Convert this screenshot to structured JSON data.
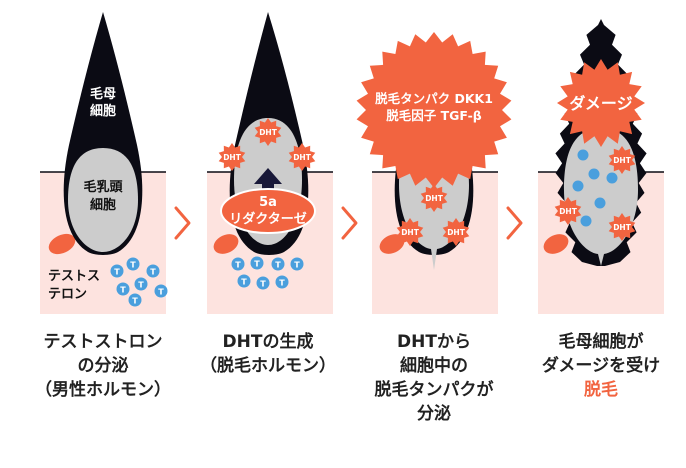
{
  "colors": {
    "skin": "#fde3df",
    "hair": "#0b0b14",
    "papilla": "#cccccc",
    "accent": "#f26440",
    "molecule": "#f26440",
    "t_dot": "#4a9fdd",
    "arrow": "#181838",
    "ui_chevron": "#f26440",
    "caption_text": "#222222"
  },
  "icons": {
    "step_separator": "chevron-right-icon",
    "hormone": "dot-icon",
    "signal": "burst-icon"
  },
  "panels": [
    {
      "hair_label": [
        "毛母",
        "細胞"
      ],
      "papilla_label": [
        "毛乳頭",
        "細胞"
      ],
      "testosterone_label": [
        "テストス",
        "テロン"
      ],
      "t_marker": "T",
      "caption": [
        "テストストロン",
        "の分泌",
        "（男性ホルモン）"
      ]
    },
    {
      "dht_marker": "DHT",
      "enzyme_label": [
        "5a",
        "リダクターゼ"
      ],
      "t_marker": "T",
      "caption": [
        "DHTの生成",
        "（脱毛ホルモン）"
      ]
    },
    {
      "protein_label": [
        "脱毛タンパク DKK1",
        "脱毛因子 TGF-β"
      ],
      "dht_marker": "DHT",
      "caption": [
        "DHTから",
        "細胞中の",
        "脱毛タンパクが",
        "分泌"
      ]
    },
    {
      "damage_label": "ダメージ",
      "dht_marker": "DHT",
      "caption": [
        "毛母細胞が",
        "ダメージを受け"
      ],
      "caption_accent": "脱毛"
    }
  ]
}
